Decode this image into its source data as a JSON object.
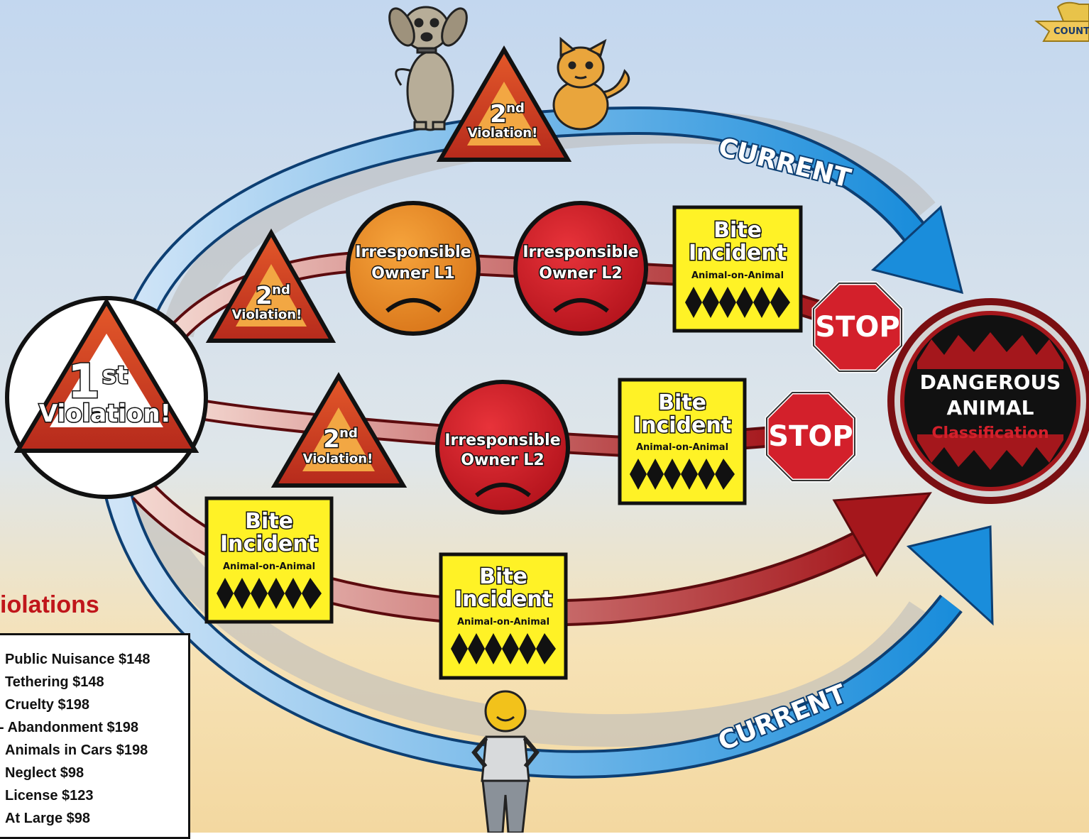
{
  "colors": {
    "sky": "#c8daf0",
    "sand": "#f3dcaa",
    "current_blue": "#1d8fdc",
    "bite_red": "#b3191e",
    "bite_yellow": "#fff226",
    "owner_orange": "#e88a1f",
    "owner_red": "#d3202b",
    "stop_red": "#d3202b",
    "fines_heading": "#c0161b"
  },
  "logo": {
    "text": "COUNTY",
    "icon": "county-seal-icon"
  },
  "current_labels": {
    "top": "CURRENT",
    "bottom": "CURRENT"
  },
  "first_violation": {
    "ordinal": "1",
    "suffix": "st",
    "label": "Violation!"
  },
  "second_violation": {
    "ordinal": "2",
    "suffix": "nd",
    "label": "Violation!"
  },
  "bite_incident": {
    "line1": "Bite",
    "line2": "Incident",
    "subtitle": "Animal-on-Animal"
  },
  "irresponsible_owner": {
    "line1": "Irresponsible",
    "l1": "Owner L1",
    "l2": "Owner L2"
  },
  "stop_label": "STOP",
  "dangerous_animal": {
    "line1": "DANGEROUS",
    "line2": "ANIMAL",
    "line3": "Classification"
  },
  "characters": {
    "dog": "dog-icon",
    "cat": "cat-icon",
    "person": "person-icon"
  },
  "fines": {
    "heading": "iolations",
    "items": [
      "Public Nuisance $148",
      "Tethering $148",
      "Cruelty $198",
      "- Abandonment $198",
      "Animals in Cars $198",
      "Neglect $98",
      "License $123",
      "At Large $98"
    ]
  }
}
